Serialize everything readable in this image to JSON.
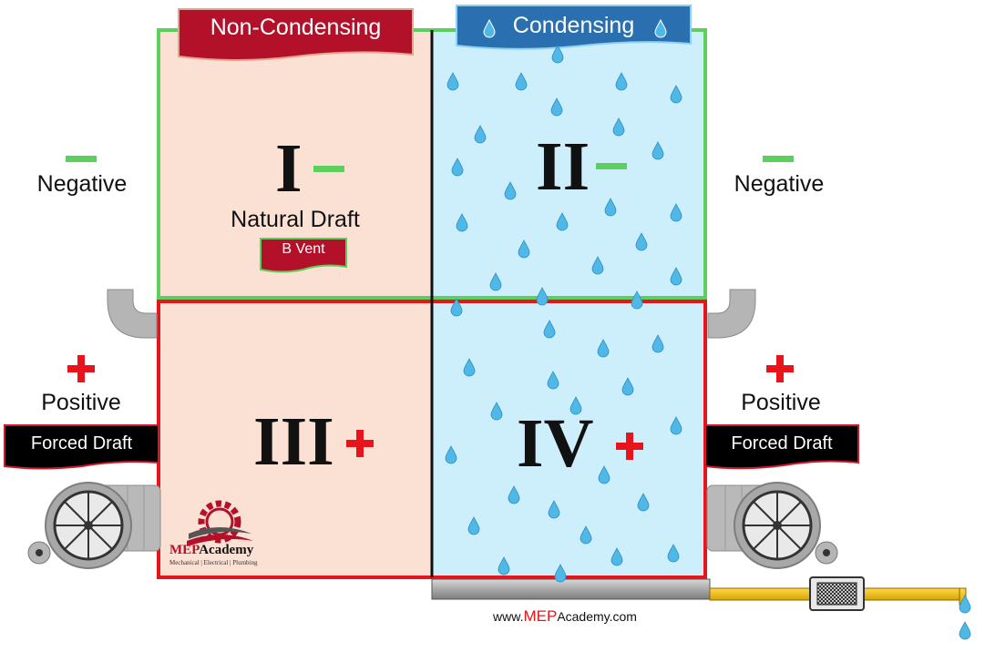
{
  "headers": {
    "non_condensing": "Non-Condensing",
    "condensing": "Condensing"
  },
  "quadrants": [
    {
      "numeral": "I",
      "sign": "minus",
      "label": "Natural Draft",
      "badge": "B Vent"
    },
    {
      "numeral": "II",
      "sign": "minus"
    },
    {
      "numeral": "III",
      "sign": "plus"
    },
    {
      "numeral": "IV",
      "sign": "plus"
    }
  ],
  "sides": {
    "left": {
      "negative_label": "Negative",
      "positive_label": "Positive",
      "fan_label": "Forced Draft"
    },
    "right": {
      "negative_label": "Negative",
      "positive_label": "Positive",
      "fan_label": "Forced Draft"
    }
  },
  "logo": {
    "name_prefix": "MEP",
    "name_suffix": "Academy",
    "tagline": "Mechanical | Electrical | Plumbing"
  },
  "website": {
    "prefix": "www.",
    "brand": "MEP",
    "rest": "Academy.com"
  },
  "colors": {
    "non_condensing_fill": "#fbe0d4",
    "condensing_fill": "#cdeefb",
    "negative_border": "#5ccf5c",
    "positive_border": "#e8141c",
    "header_red": "#b3102a",
    "header_blue": "#2a6fb0",
    "drop": "#4fb8e6",
    "plus": "#e8141c",
    "minus": "#5ccf5c"
  }
}
